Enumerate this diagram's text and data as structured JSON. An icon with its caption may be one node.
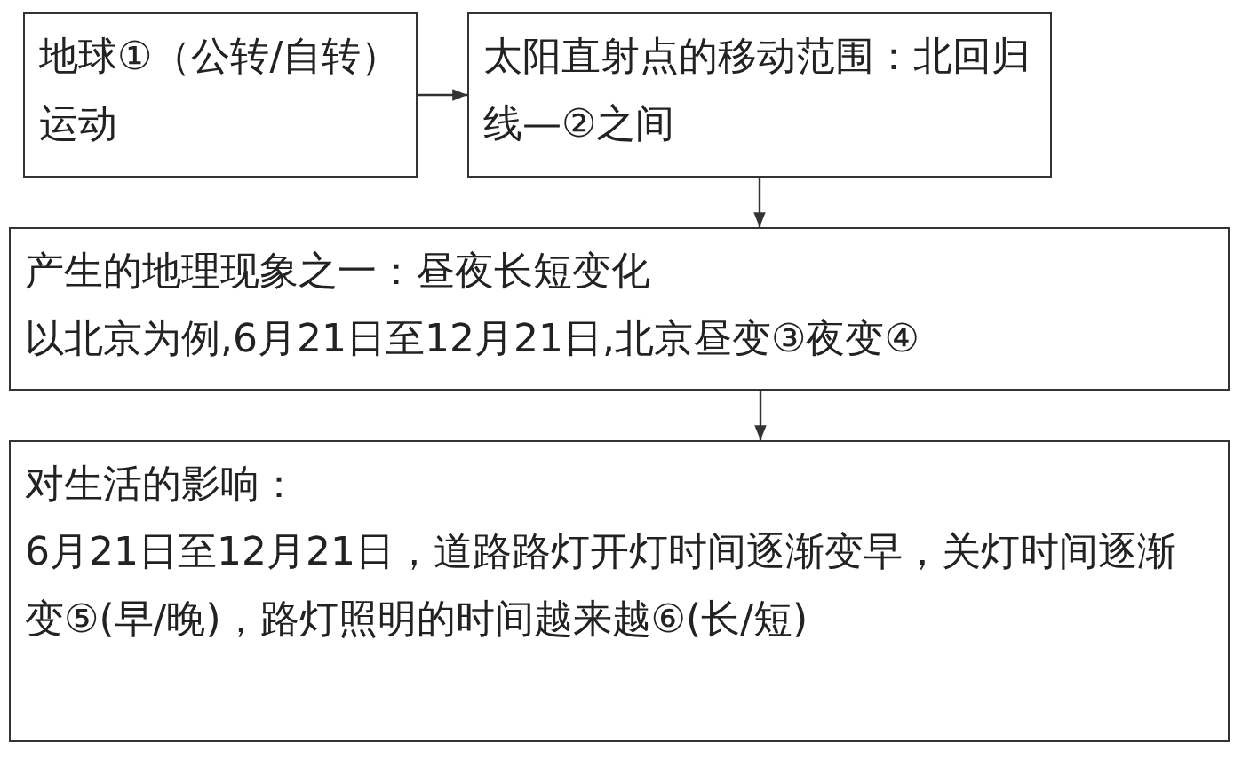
{
  "diagram": {
    "nodes": [
      {
        "text": [
          "地球①（公转/自转）运动"
        ]
      },
      {
        "text": [
          "太阳直射点的移动范围：北回归线—②之间"
        ]
      },
      {
        "text": [
          "产生的地理现象之一：昼夜长短变化",
          "以北京为例,6月21日至12月21日,北京昼变③夜变④"
        ]
      },
      {
        "text": [
          "对生活的影响：",
          "6月21日至12月21日，道路路灯开灯时间逐渐变早，关灯时间逐渐变⑤(早/晚)，路灯照明的时间越来越⑥(长/短)"
        ]
      }
    ],
    "edges": [
      {
        "from": 0,
        "to": 1,
        "arrow": "to"
      },
      {
        "from": 1,
        "to": 2,
        "arrow": "to"
      },
      {
        "from": 2,
        "to": 3,
        "arrow": "to"
      }
    ]
  }
}
